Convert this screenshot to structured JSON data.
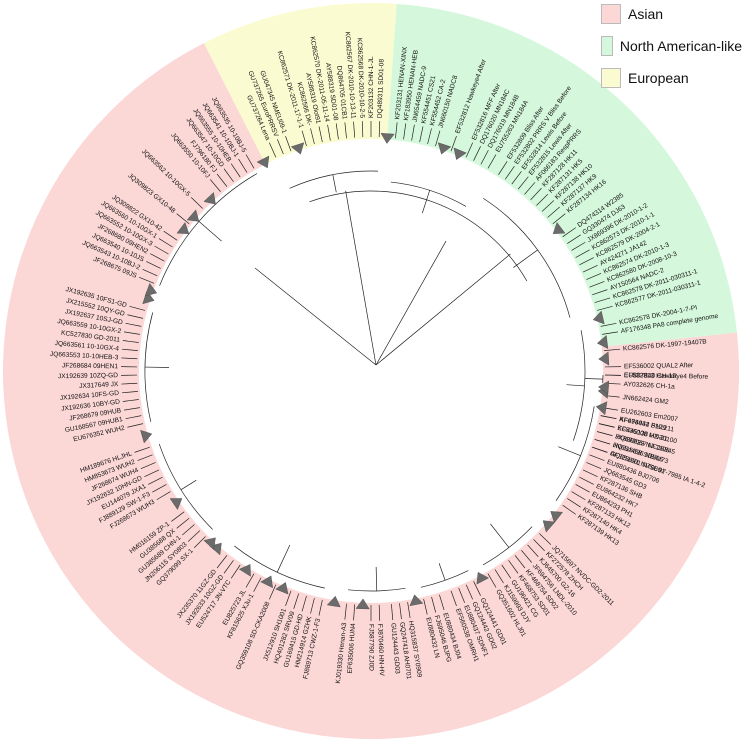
{
  "legend": [
    {
      "label": "Asian",
      "color": "#fbd7d6"
    },
    {
      "label": "North American-like",
      "color": "#d5f8dc"
    },
    {
      "label": "European",
      "color": "#fbfbd2"
    }
  ],
  "colors": {
    "asian": "#fbd7d6",
    "north_american": "#d5f8dc",
    "european": "#fbfbd2",
    "branch": "#222222",
    "collapsed": "#6b6b6b"
  },
  "leaves": [
    {
      "label": "EU807840 CH-1R",
      "clade": "asian",
      "angle": 1
    },
    {
      "label": "AY032626 CH-1a",
      "clade": "asian",
      "angle": 3
    },
    {
      "label": "EU262603 Em2007",
      "clade": "asian",
      "angle": 9
    },
    {
      "label": "KF678434 SH1211",
      "clade": "asian",
      "angle": 11
    },
    {
      "label": "KC445138 HZ-31",
      "clade": "asian",
      "angle": 13
    },
    {
      "label": "JX880029 NJ-1106",
      "clade": "asian",
      "angle": 15
    },
    {
      "label": "HQ315836 NB/06",
      "clade": "asian",
      "angle": 17
    },
    {
      "label": "GQ351601 NT0801",
      "clade": "asian",
      "angle": 19
    },
    {
      "label": "EU880436 BJ0706",
      "clade": "asian",
      "angle": 21
    },
    {
      "label": "JQ663545 GD3",
      "clade": "asian",
      "angle": 23
    },
    {
      "label": "KF287136 SHB",
      "clade": "asian",
      "angle": 25
    },
    {
      "label": "EU864232 HK7",
      "clade": "asian",
      "angle": 27
    },
    {
      "label": "EU864233 PH1",
      "clade": "asian",
      "angle": 29
    },
    {
      "label": "KF287133 HK12",
      "clade": "asian",
      "angle": 31
    },
    {
      "label": "KF287140 HK4",
      "clade": "asian",
      "angle": 33
    },
    {
      "label": "KF287139 HK13",
      "clade": "asian",
      "angle": 35
    },
    {
      "label": "JQ715697 NVDC-GD2-2011",
      "clade": "asian",
      "angle": 44
    },
    {
      "label": "KF272578 ZHCH",
      "clade": "asian",
      "angle": 46
    },
    {
      "label": "KJ645700 GZ-16",
      "clade": "asian",
      "angle": 48
    },
    {
      "label": "JF694756 LNDL-2010",
      "clade": "asian",
      "angle": 50
    },
    {
      "label": "KF468754 SD02",
      "clade": "asian",
      "angle": 52
    },
    {
      "label": "KF468753 SD01",
      "clade": "asian",
      "angle": 54
    },
    {
      "label": "GU196421 CG",
      "clade": "asian",
      "angle": 56
    },
    {
      "label": "KJ159993 DJY",
      "clade": "asian",
      "angle": 58
    },
    {
      "label": "GQ351602 HLJ01",
      "clade": "asian",
      "angle": 60
    },
    {
      "label": "GQ124441 GD01",
      "clade": "asian",
      "angle": 64
    },
    {
      "label": "GQ124442 GD02",
      "clade": "asian",
      "angle": 66
    },
    {
      "label": "EU880437 SDNF1",
      "clade": "asian",
      "angle": 68
    },
    {
      "label": "EF560538 OMRH1",
      "clade": "asian",
      "angle": 70
    },
    {
      "label": "EU880434 BJ04",
      "clade": "asian",
      "angle": 73
    },
    {
      "label": "FJ695046 BJPG",
      "clade": "asian",
      "angle": 75
    },
    {
      "label": "EU880432 LN",
      "clade": "asian",
      "angle": 77
    },
    {
      "label": "HQ315837 SY0909",
      "clade": "asian",
      "angle": 81
    },
    {
      "label": "GQ247418 AH0701",
      "clade": "asian",
      "angle": 83
    },
    {
      "label": "GU124443 GD03",
      "clade": "asian",
      "angle": 85
    },
    {
      "label": "FJ870460 HN-HV",
      "clade": "asian",
      "angle": 88
    },
    {
      "label": "FJ587790 ZJ0D",
      "clade": "asian",
      "angle": 90
    },
    {
      "label": "EF635006 HUN4",
      "clade": "asian",
      "angle": 94
    },
    {
      "label": "KJ019330 Henan-A3",
      "clade": "asian",
      "angle": 96
    },
    {
      "label": "FJ889713 CWZ-1-F3",
      "clade": "asian",
      "angle": 102
    },
    {
      "label": "HM214914 GZHK",
      "clade": "asian",
      "angle": 104
    },
    {
      "label": "GU169415 GD-HD",
      "clade": "asian",
      "angle": 106
    },
    {
      "label": "HQ401282 SRV09",
      "clade": "asian",
      "angle": 108
    },
    {
      "label": "JX512910 SH1001",
      "clade": "asian",
      "angle": 110
    },
    {
      "label": "GQ359108 SD-CKA2008",
      "clade": "asian",
      "angle": 114
    },
    {
      "label": "KF815625 XJu-1",
      "clade": "asian",
      "angle": 118
    },
    {
      "label": "EU825723 JL",
      "clade": "asian",
      "angle": 120
    },
    {
      "label": "EU524717 JN-VTC",
      "clade": "asian",
      "angle": 124
    },
    {
      "label": "JX192633 10GZ-GD",
      "clade": "asian",
      "angle": 126
    },
    {
      "label": "JX235370 11GZ-GD",
      "clade": "asian",
      "angle": 128
    },
    {
      "label": "GQ379099 SX-1",
      "clade": "asian",
      "angle": 135
    },
    {
      "label": "JN206115 SY0803",
      "clade": "asian",
      "angle": 137
    },
    {
      "label": "GU385689 CHN-1",
      "clade": "asian",
      "angle": 139
    },
    {
      "label": "GU385688 QX",
      "clade": "asian",
      "angle": 141
    },
    {
      "label": "HM016159 ZP-1",
      "clade": "asian",
      "angle": 143
    },
    {
      "label": "FJ268673 WUH3",
      "clade": "asian",
      "angle": 149
    },
    {
      "label": "FJ889129 SW-1-F3",
      "clade": "asian",
      "angle": 151
    },
    {
      "label": "EU144079 JXA1",
      "clade": "asian",
      "angle": 153
    },
    {
      "label": "JX192632 10HN-GD",
      "clade": "asian",
      "angle": 155
    },
    {
      "label": "JF268674 WUH4",
      "clade": "asian",
      "angle": 157
    },
    {
      "label": "HM853673 WUH2",
      "clade": "asian",
      "angle": 159
    },
    {
      "label": "HM189676 HLJHL",
      "clade": "asian",
      "angle": 161
    },
    {
      "label": "EU676352 WUH2",
      "clade": "asian",
      "angle": 167
    },
    {
      "label": "GU168567 09HUB1",
      "clade": "asian",
      "angle": 169
    },
    {
      "label": "JF268679 09HUB",
      "clade": "asian",
      "angle": 171
    },
    {
      "label": "JX192636 10BY-GD",
      "clade": "asian",
      "angle": 173
    },
    {
      "label": "JX192634 10FS-GD",
      "clade": "asian",
      "angle": 175
    },
    {
      "label": "JX317649 JX",
      "clade": "asian",
      "angle": 177
    },
    {
      "label": "JX192639 10ZQ-GD",
      "clade": "asian",
      "angle": 179
    },
    {
      "label": "JF268684 09HEN1",
      "clade": "asian",
      "angle": 181
    },
    {
      "label": "JQ663553 10-10HEB-3",
      "clade": "asian",
      "angle": 183
    },
    {
      "label": "JQ663561 10-10GX-4",
      "clade": "asian",
      "angle": 185
    },
    {
      "label": "KC527830 GD-2011",
      "clade": "asian",
      "angle": 187
    },
    {
      "label": "JQ663559 10-10GX-2",
      "clade": "asian",
      "angle": 189
    },
    {
      "label": "JX192637 10SJ-GD",
      "clade": "asian",
      "angle": 191
    },
    {
      "label": "JX215552 10QY-GD",
      "clade": "asian",
      "angle": 193
    },
    {
      "label": "JX192635 10FS1-GD",
      "clade": "asian",
      "angle": 195
    },
    {
      "label": "JF268675 09JS",
      "clade": "asian",
      "angle": 202
    },
    {
      "label": "JQ663543 10-10BJ-2",
      "clade": "asian",
      "angle": 204
    },
    {
      "label": "JQ663540 10-10JS",
      "clade": "asian",
      "angle": 206
    },
    {
      "label": "JF268680 09HEN2",
      "clade": "asian",
      "angle": 208
    },
    {
      "label": "JQ663552 10-10GX-3",
      "clade": "asian",
      "angle": 210
    },
    {
      "label": "JQ663560 10-10GX-1",
      "clade": "asian",
      "angle": 212
    },
    {
      "label": "JQ309822 GX10-42",
      "clade": "asian",
      "angle": 214
    },
    {
      "label": "JQ309823 GX10-48",
      "clade": "asian",
      "angle": 219
    },
    {
      "label": "JQ663562 10-10GX-5",
      "clade": "asian",
      "angle": 224
    },
    {
      "label": "JQ663550 10-10FJ",
      "clade": "asian",
      "angle": 230
    },
    {
      "label": "FJ796180 FJ",
      "clade": "asian",
      "angle": 232
    },
    {
      "label": "JQ663547 10-10GD",
      "clade": "asian",
      "angle": 234
    },
    {
      "label": "JQ663555 10-10HEB",
      "clade": "asian",
      "angle": 236
    },
    {
      "label": "JQ663541 10-10BJ-1",
      "clade": "asian",
      "angle": 238
    },
    {
      "label": "JQ663535 10-10BJ-5",
      "clade": "asian",
      "angle": 240
    },
    {
      "label": "GU737264 Lena",
      "clade": "european",
      "angle": 246
    },
    {
      "label": "GU737265 EuroPRRSV",
      "clade": "european",
      "angle": 248
    },
    {
      "label": "GU047345 NMEU09-1",
      "clade": "european",
      "angle": 250
    },
    {
      "label": "KC862571 DK-2011-17-1-1",
      "clade": "european",
      "angle": 254
    },
    {
      "label": "KC862566 DK-",
      "clade": "european",
      "angle": 256
    },
    {
      "label": "AY588319 Olot91",
      "clade": "european",
      "angle": 258
    },
    {
      "label": "KC862570 DK-2011-05-11-14",
      "clade": "european",
      "angle": 260
    },
    {
      "label": "AY588319 SD01-08",
      "clade": "european",
      "angle": 262
    },
    {
      "label": "DQ864705 01CB1",
      "clade": "european",
      "angle": 264
    },
    {
      "label": "KC862567 DK-2010-10-13-11",
      "clade": "european",
      "angle": 266
    },
    {
      "label": "KC862568 DK-2010-10-2-5",
      "clade": "european",
      "angle": 268
    },
    {
      "label": "KF203132 CHN-1-JL",
      "clade": "european",
      "angle": 270
    },
    {
      "label": "DQ489311 SD01-08",
      "clade": "european",
      "angle": 272
    },
    {
      "label": "KF203131 HENAN-XINX",
      "clade": "north_american",
      "angle": 276
    },
    {
      "label": "KF183950 HENAN-HEB",
      "clade": "north_american",
      "angle": 278
    },
    {
      "label": "JN654459 NADC-9",
      "clade": "north_american",
      "angle": 280
    },
    {
      "label": "KF554451 CS21",
      "clade": "north_american",
      "angle": 282
    },
    {
      "label": "KF554452 CA-2",
      "clade": "north_american",
      "angle": 284
    },
    {
      "label": "JN660150 NADC8",
      "clade": "north_american",
      "angle": 286
    },
    {
      "label": "EF532812 Hawkeye4 After",
      "clade": "north_american",
      "angle": 290
    },
    {
      "label": "EF532816 MFF After",
      "clade": "north_american",
      "angle": 294
    },
    {
      "label": "DQ176020 MN184C",
      "clade": "north_american",
      "angle": 296
    },
    {
      "label": "DQ176019 MN184B",
      "clade": "north_american",
      "angle": 298
    },
    {
      "label": "EU755263 MN184A",
      "clade": "north_american",
      "angle": 300
    },
    {
      "label": "EF532809 Bliss After",
      "clade": "north_american",
      "angle": 303
    },
    {
      "label": "EF532802 PRRS V Bliss Before",
      "clade": "north_american",
      "angle": 305
    },
    {
      "label": "EF532814 Lewis Before",
      "clade": "north_american",
      "angle": 307
    },
    {
      "label": "EF532815 Lewis After",
      "clade": "north_american",
      "angle": 309
    },
    {
      "label": "AF066183 RespPRRS",
      "clade": "north_american",
      "angle": 311
    },
    {
      "label": "KF287128 HK11",
      "clade": "north_american",
      "angle": 313
    },
    {
      "label": "KF287131 HK5",
      "clade": "north_american",
      "angle": 315
    },
    {
      "label": "KF287138 HK10",
      "clade": "north_american",
      "angle": 317
    },
    {
      "label": "KF287137 HK9",
      "clade": "north_american",
      "angle": 319
    },
    {
      "label": "KF287134 HK16",
      "clade": "north_american",
      "angle": 321
    },
    {
      "label": "DQ474314 W2385",
      "clade": "north_american",
      "angle": 325
    },
    {
      "label": "GQ330474 DJ63",
      "clade": "north_american",
      "angle": 327
    },
    {
      "label": "JX869396 DK-2010-1-2",
      "clade": "north_american",
      "angle": 329
    },
    {
      "label": "KC862573 DK-2010-1-1",
      "clade": "north_american",
      "angle": 331
    },
    {
      "label": "KC862579 DK-2004-2-1",
      "clade": "north_american",
      "angle": 333
    },
    {
      "label": "AY424271 JA142",
      "clade": "north_american",
      "angle": 335
    },
    {
      "label": "KC862574 DK-2010-1-3",
      "clade": "north_american",
      "angle": 337
    },
    {
      "label": "KC862580 DK-2008-10-3",
      "clade": "north_american",
      "angle": 339
    },
    {
      "label": "AY150564 NADC-2",
      "clade": "north_american",
      "angle": 341
    },
    {
      "label": "KC862578 DK-2011-030311-1",
      "clade": "north_american",
      "angle": 343
    },
    {
      "label": "KC862577 DK-2011-030311-1",
      "clade": "north_american",
      "angle": 345
    },
    {
      "label": "KC862578 DK-2004-1-7-PI",
      "clade": "north_american",
      "angle": 349
    },
    {
      "label": "AF176348 PA8 complete genome",
      "clade": "north_american",
      "angle": 351
    },
    {
      "label": "KC862576 DK-1997-19407B",
      "clade": "north_american",
      "angle": 355
    },
    {
      "label": "EF536002 QUAL2 After",
      "clade": "north_american",
      "angle": 359
    },
    {
      "label": "EF532813 Hawkeye4 Before",
      "clade": "north_american",
      "angle": 361
    },
    {
      "label": "JN662424 GM2",
      "clade": "north_american",
      "angle": 366
    },
    {
      "label": "AF494042 P129",
      "clade": "north_american",
      "angle": 371
    },
    {
      "label": "EF536000 MN30100",
      "clade": "north_american",
      "angle": 373
    },
    {
      "label": "HQ699067 NC16845",
      "clade": "north_american",
      "angle": 375
    },
    {
      "label": "JN654458 SDSU73",
      "clade": "north_american",
      "angle": 377
    },
    {
      "label": "AF325691 NVSL 97-7985 IA 1-4-2",
      "clade": "north_american",
      "angle": 379
    }
  ]
}
